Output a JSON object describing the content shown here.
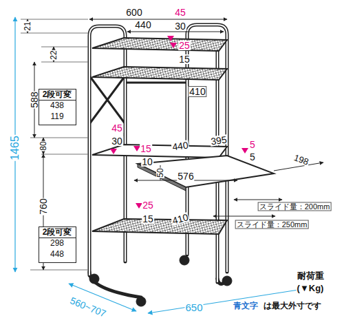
{
  "diagram": {
    "nodes": [
      {
        "text": [
          "2段可変",
          "438",
          "119"
        ]
      },
      {
        "text": [
          "2段可変",
          "298",
          "448"
        ]
      }
    ],
    "labels": [
      "600",
      "440",
      "45",
      "30",
      "25",
      "15",
      "410",
      "21",
      "22",
      "588",
      "1465",
      "45",
      "30",
      "80",
      "15",
      "10",
      "440",
      "395",
      "5",
      "5",
      "198",
      "50",
      "576",
      "760",
      "25",
      "15",
      "410",
      "スライド量：200mm",
      "スライド量：250mm",
      "560~707",
      "650",
      "耐荷重",
      "(▼Kg)",
      "青文字",
      "は最大外寸です"
    ]
  }
}
